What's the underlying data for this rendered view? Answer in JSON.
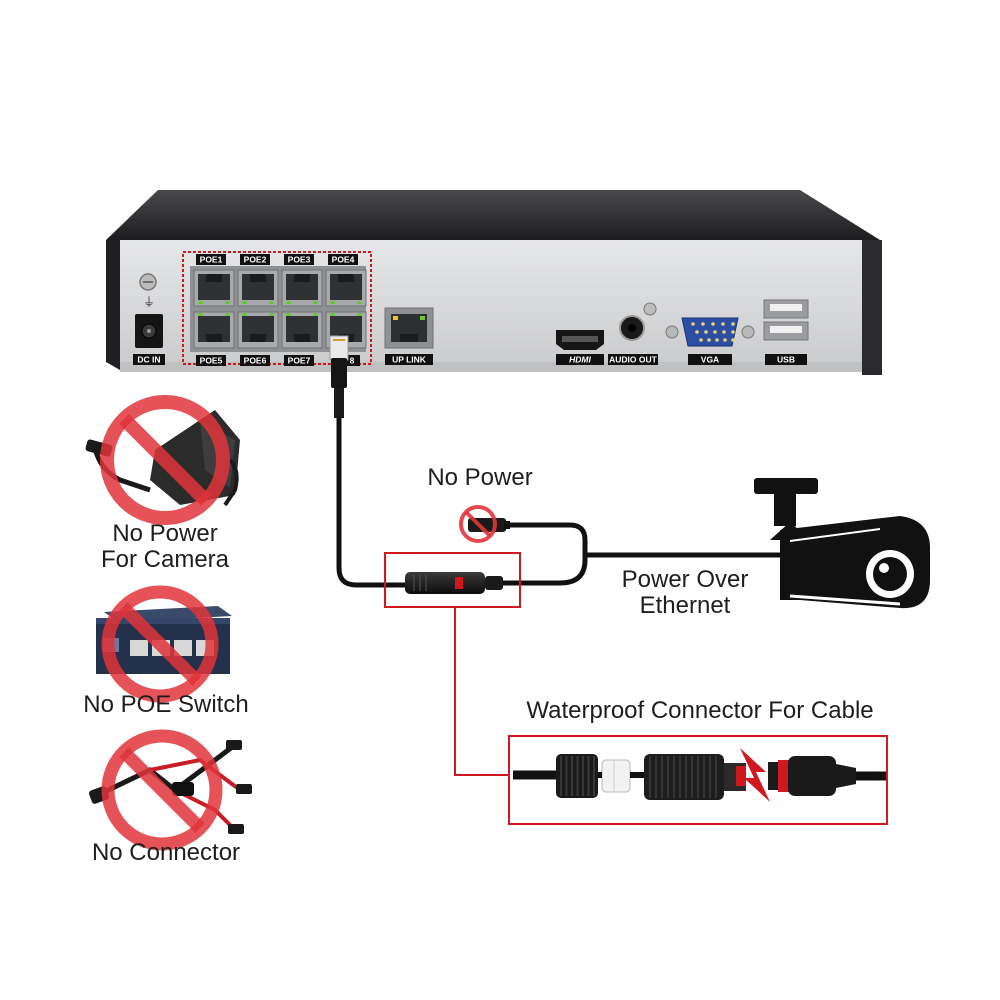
{
  "nvr": {
    "poe_ports_top": [
      "POE1",
      "POE2",
      "POE3",
      "POE4"
    ],
    "poe_ports_bottom": [
      "POE5",
      "POE6",
      "POE7",
      "8"
    ],
    "dc_in": "DC IN",
    "uplink": "UP LINK",
    "hdmi": "HDMI",
    "audio_out": "AUDIO OUT",
    "vga": "VGA",
    "usb": "USB"
  },
  "labels": {
    "no_power_camera": [
      "No Power",
      "For Camera"
    ],
    "no_poe_switch": "No POE Switch",
    "no_connector": "No Connector",
    "no_power": "No Power",
    "poe": [
      "Power Over",
      "Ethernet"
    ],
    "waterproof": "Waterproof Connector For Cable"
  },
  "colors": {
    "accent_red": "#d0191f",
    "prohibit_red": "#e0343a",
    "nvr_body": "#2b2b2d",
    "nvr_panel": "#d9dadc",
    "cable": "#111111"
  }
}
